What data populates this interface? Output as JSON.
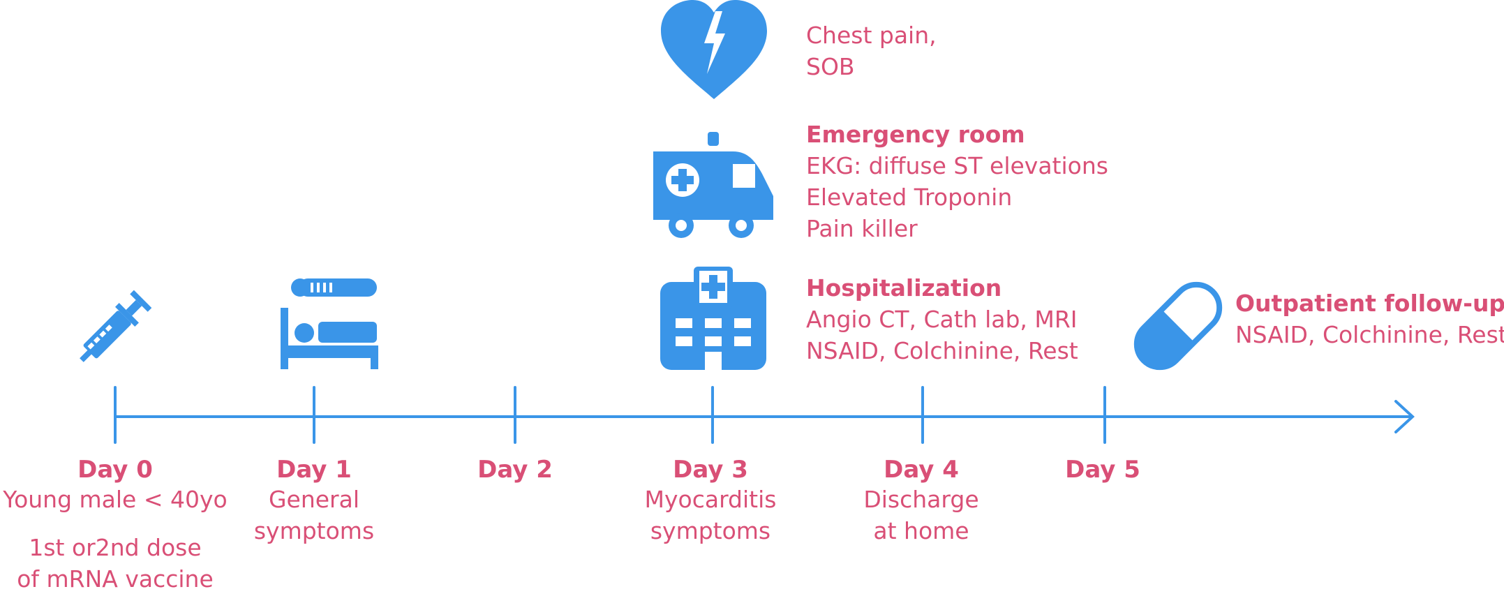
{
  "colors": {
    "accent_blue": "#3a95e8",
    "label_pink": "#d94f76"
  },
  "timeline": {
    "days": [
      {
        "label": "Day 0",
        "lines": [
          "Young male < 40yo"
        ],
        "extra": [
          "1st or2nd dose",
          "of mRNA vaccine"
        ],
        "icon": "syringe-icon"
      },
      {
        "label": "Day 1",
        "lines": [
          "General",
          "symptoms"
        ],
        "icon": "sick-bed-thermometer-icon"
      },
      {
        "label": "Day 2",
        "lines": []
      },
      {
        "label": "Day 3",
        "lines": [
          "Myocarditis",
          "symptoms"
        ],
        "icon": "hospital-icon"
      },
      {
        "label": "Day 4",
        "lines": [
          "Discharge",
          "at home"
        ]
      },
      {
        "label": "Day 5",
        "lines": []
      }
    ]
  },
  "notes": {
    "chest": {
      "lines": [
        "Chest pain,",
        "SOB"
      ],
      "icon": "broken-heart-icon"
    },
    "emergency": {
      "title": "Emergency room",
      "lines": [
        "EKG: diffuse ST elevations",
        "Elevated Troponin",
        "Pain killer"
      ],
      "icon": "ambulance-icon"
    },
    "hospitalization": {
      "title": "Hospitalization",
      "lines": [
        "Angio CT, Cath lab, MRI",
        "NSAID, Colchinine, Rest"
      ],
      "icon": "hospital-icon"
    },
    "outpatient": {
      "title": "Outpatient follow-up",
      "lines": [
        "NSAID, Colchinine, Rest"
      ],
      "icon": "pill-capsule-icon"
    }
  }
}
